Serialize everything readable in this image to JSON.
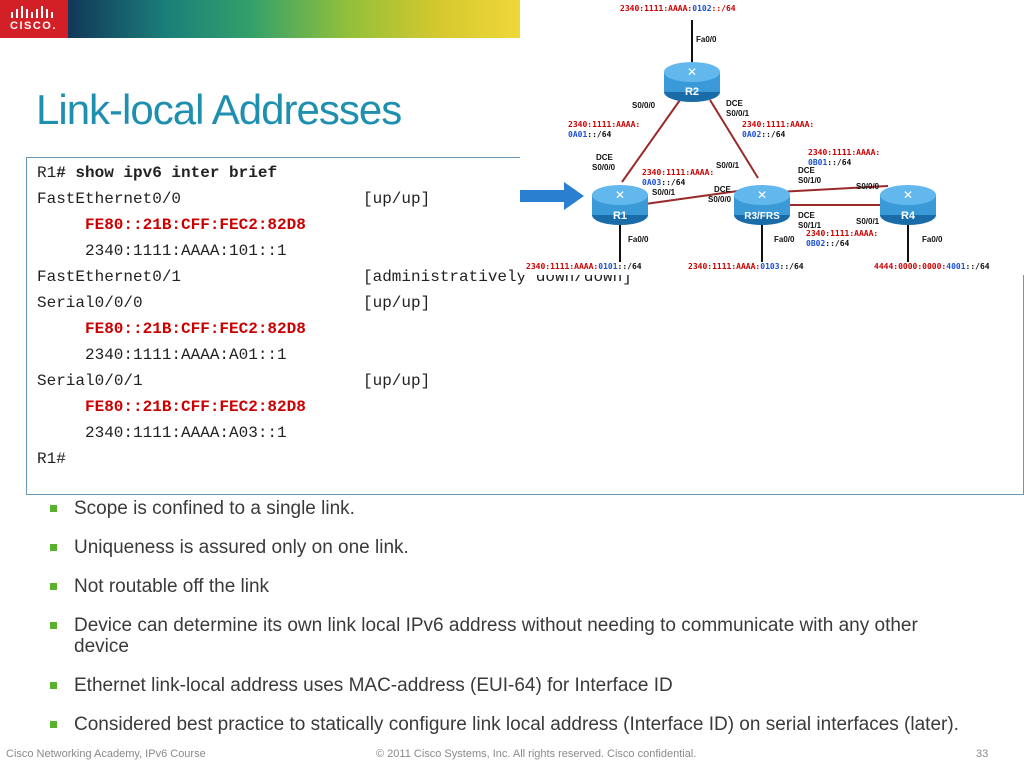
{
  "logo": {
    "text": "CISCO."
  },
  "title": "Link-local Addresses",
  "terminal": {
    "prompt": "R1",
    "command": "# show ipv6 inter brief",
    "lines": [
      {
        "kind": "iface",
        "left": "FastEthernet0/0",
        "status": "[up/up]"
      },
      {
        "kind": "ll",
        "text": "FE80::21B:CFF:FEC2:82D8"
      },
      {
        "kind": "addr",
        "text": "2340:1111:AAAA:101::1"
      },
      {
        "kind": "iface",
        "left": "FastEthernet0/1",
        "status": "[administratively down/down]"
      },
      {
        "kind": "iface",
        "left": "Serial0/0/0",
        "status": "[up/up]"
      },
      {
        "kind": "ll",
        "text": "FE80::21B:CFF:FEC2:82D8"
      },
      {
        "kind": "addr",
        "text": "2340:1111:AAAA:A01::1"
      },
      {
        "kind": "iface",
        "left": "Serial0/0/1",
        "status": "[up/up]"
      },
      {
        "kind": "ll",
        "text": "FE80::21B:CFF:FEC2:82D8"
      },
      {
        "kind": "addr",
        "text": "2340:1111:AAAA:A03::1"
      },
      {
        "kind": "plain",
        "text": "R1#"
      }
    ]
  },
  "diagram": {
    "routers": {
      "r1": "R1",
      "r2": "R2",
      "r3": "R3/FRS",
      "r4": "R4"
    },
    "labels": {
      "top_prefix": "2340:1111:AAAA:",
      "top_suffix": "0102",
      "top_len": "::/64",
      "r2_fa": "Fa0/0",
      "r2_s000": "S0/0/0",
      "r2_dce1": "DCE",
      "r2_s001": "S0/0/1",
      "left_link_a": "2340:1111:AAAA:",
      "left_link_b_hl": "0A01",
      "left_link_b_rest": "::/64",
      "right_link_a": "2340:1111:AAAA:",
      "right_link_b_hl": "0A02",
      "right_link_b_rest": "::/64",
      "r1_dce": "DCE",
      "r1_s000": "S0/0/0",
      "mid_a": "2340:1111:AAAA:",
      "mid_b_hl": "0A03",
      "mid_b_rest": "::/64",
      "r1_s001": "S0/0/1",
      "r3_s001": "S0/0/1",
      "r3_dce_a": "DCE",
      "r3_s000": "S0/0/0",
      "r3_dce_b": "DCE",
      "r3_s010": "S0/1/0",
      "r3_dce_c": "DCE",
      "r3_s011": "S0/1/1",
      "r34_top_a": "2340:1111:AAAA:",
      "r34_top_b_hl": "0B01",
      "r34_top_b_rest": "::/64",
      "r34_bot_a": "2340:1111:AAAA:",
      "r34_bot_b_hl": "0B02",
      "r34_bot_b_rest": "::/64",
      "r4_s000": "S0/0/0",
      "r4_s001": "S0/0/1",
      "r1_fa": "Fa0/0",
      "r3_fa": "Fa0/0",
      "r4_fa": "Fa0/0",
      "bot1_a": "2340:1111:AAAA:",
      "bot1_hl": "0101",
      "bot1_b": "::/64",
      "bot2_a": "2340:1111:AAAA:",
      "bot2_hl": "0103",
      "bot2_b": "::/64",
      "bot3_a": "4444:0000:0000:",
      "bot3_hl": "4001",
      "bot3_b": "::/64"
    }
  },
  "bullets": [
    "Scope is confined to a single link.",
    "Uniqueness is assured only on one link.",
    "Not routable off the link",
    "Device can determine its own link local IPv6 address without needing to communicate with any other device",
    "Ethernet link-local address uses MAC-address (EUI-64) for Interface ID",
    "Considered best practice to statically configure link local address (Interface ID) on serial interfaces (later)."
  ],
  "footer": {
    "left": "Cisco Networking Academy, IPv6 Course",
    "center": "© 2011 Cisco Systems, Inc. All rights reserved. Cisco confidential.",
    "page": "33"
  },
  "colors": {
    "title": "#1f8fb0",
    "highlight": "#cc0000",
    "addr_blue": "#1a4fd6",
    "bullet": "#5ab12e"
  }
}
